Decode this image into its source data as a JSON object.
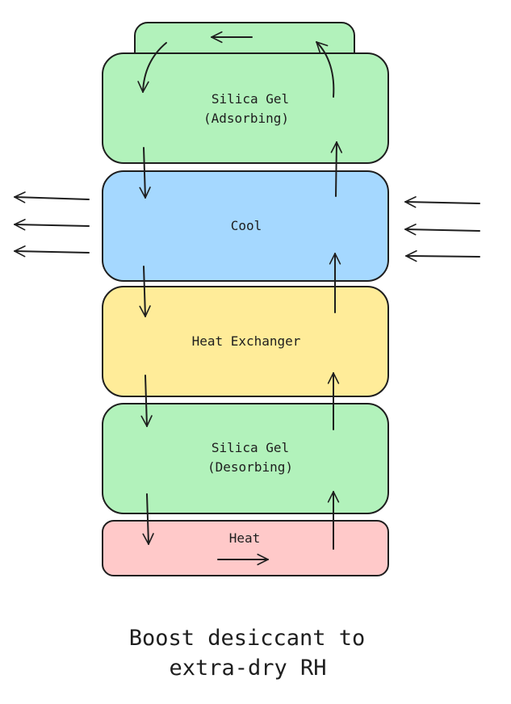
{
  "boxes": {
    "adsorbing": {
      "line1": "Silica Gel",
      "line2": "(Adsorbing)",
      "color": "#b2f2bb"
    },
    "cool": {
      "label": "Cool",
      "color": "#a5d8ff"
    },
    "exchanger": {
      "label": "Heat Exchanger",
      "color": "#ffec99"
    },
    "desorbing": {
      "line1": "Silica Gel",
      "line2": "(Desorbing)",
      "color": "#b2f2bb"
    },
    "heat": {
      "label": "Heat",
      "color": "#ffc9c9"
    }
  },
  "caption": {
    "line1": "Boost desiccant to",
    "line2": "extra-dry RH"
  }
}
